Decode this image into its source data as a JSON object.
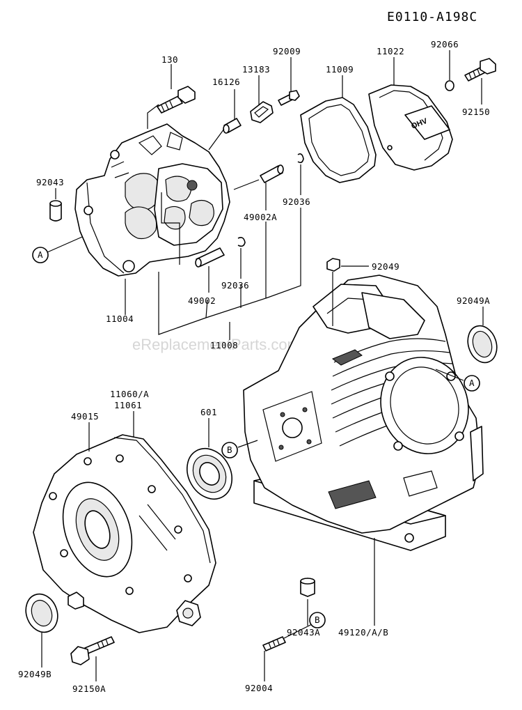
{
  "diagram": {
    "reference_code": "E0110-A198C",
    "watermark": "eReplacementParts.com",
    "callouts": {
      "A": "A",
      "B": "B"
    },
    "part_labels": {
      "p130": "130",
      "p16126": "16126",
      "p13183": "13183",
      "p92009": "92009",
      "p11009": "11009",
      "p11022": "11022",
      "p92066": "92066",
      "p92150": "92150",
      "p92043": "92043",
      "p92036_top": "92036",
      "p49002A": "49002A",
      "p92036_bot": "92036",
      "p49002": "49002",
      "p11004": "11004",
      "p11008": "11008",
      "p92049": "92049",
      "p92049A": "92049A",
      "p11060A": "11060/A",
      "p11061": "11061",
      "p49015": "49015",
      "p601": "601",
      "p92043A": "92043A",
      "p49120AB": "49120/A/B",
      "p92049B": "92049B",
      "p92150A": "92150A",
      "p92004": "92004"
    },
    "cover_emblem": "OHV"
  }
}
